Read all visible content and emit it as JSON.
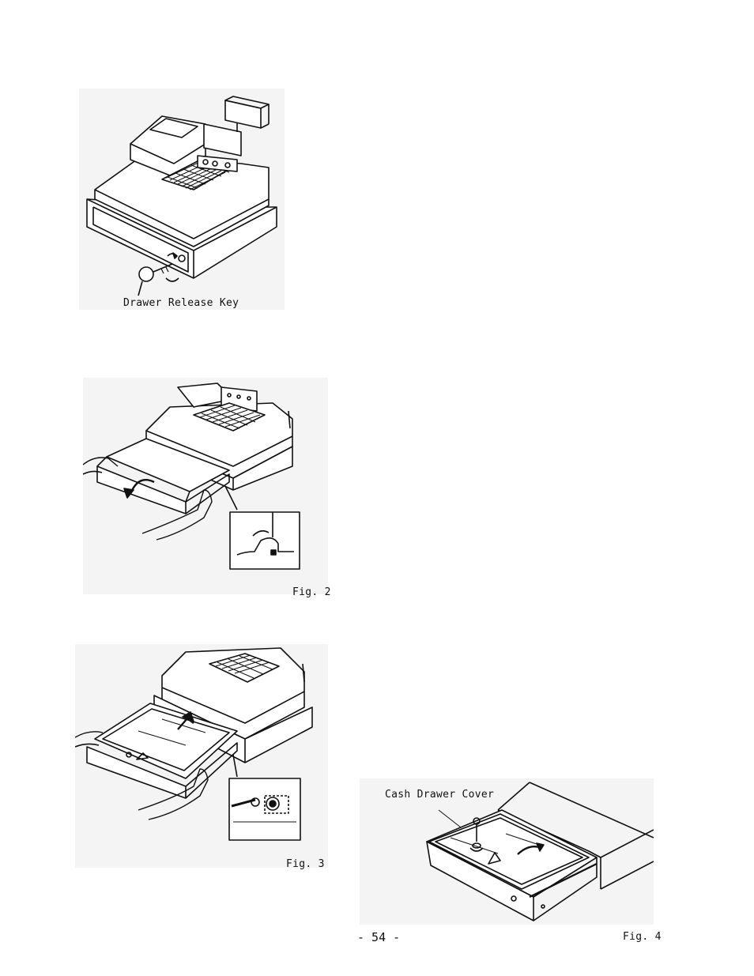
{
  "page": {
    "number": "- 54 -"
  },
  "figures": [
    {
      "id": "fig1",
      "label": "",
      "callout": "Drawer Release Key",
      "icon": "cash-register-drawer-key"
    },
    {
      "id": "fig2",
      "label": "Fig. 2",
      "callout": "",
      "icon": "drawer-removal"
    },
    {
      "id": "fig3",
      "label": "Fig. 3",
      "callout": "",
      "icon": "drawer-removal-cover"
    },
    {
      "id": "fig4",
      "label": "Fig. 4",
      "callout": "Cash Drawer Cover",
      "icon": "cash-drawer-cover-lock"
    }
  ],
  "colors": {
    "ink": "#111111",
    "paper": "#ffffff",
    "shade": "#f4f4f4"
  }
}
